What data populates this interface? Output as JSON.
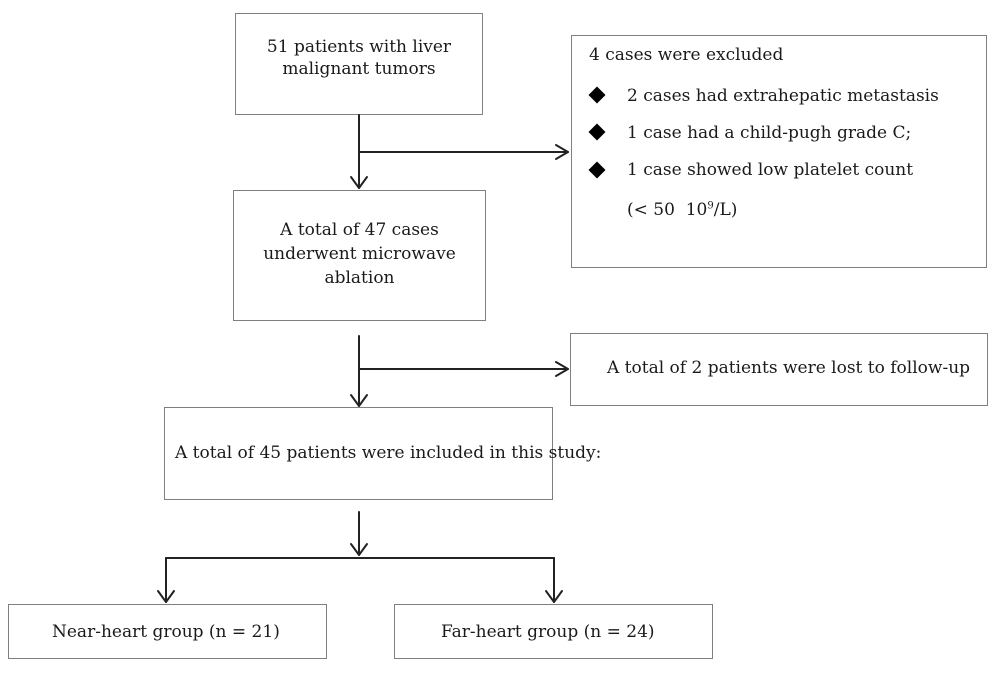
{
  "boxes": {
    "start": {
      "line1": "51 patients with liver",
      "line2": "malignant tumors"
    },
    "excluded": {
      "title": "4 cases were excluded",
      "items": [
        "2 cases had extrahepatic metastasis",
        "1 case had a child-pugh grade C;",
        "1 case showed low platelet count"
      ],
      "note_prefix": "(< 50  10",
      "note_sup": "9",
      "note_suffix": "/L)"
    },
    "ablation": {
      "line1": "A total of 47 cases",
      "line2": "underwent microwave",
      "line3": "ablation"
    },
    "lost": {
      "text": "A total of 2 patients were lost to follow-up"
    },
    "included": {
      "text": "A total of 45 patients were included in this study:"
    },
    "near": {
      "text": "Near-heart group (n = 21)"
    },
    "far": {
      "text": "Far-heart group (n = 24)"
    }
  }
}
